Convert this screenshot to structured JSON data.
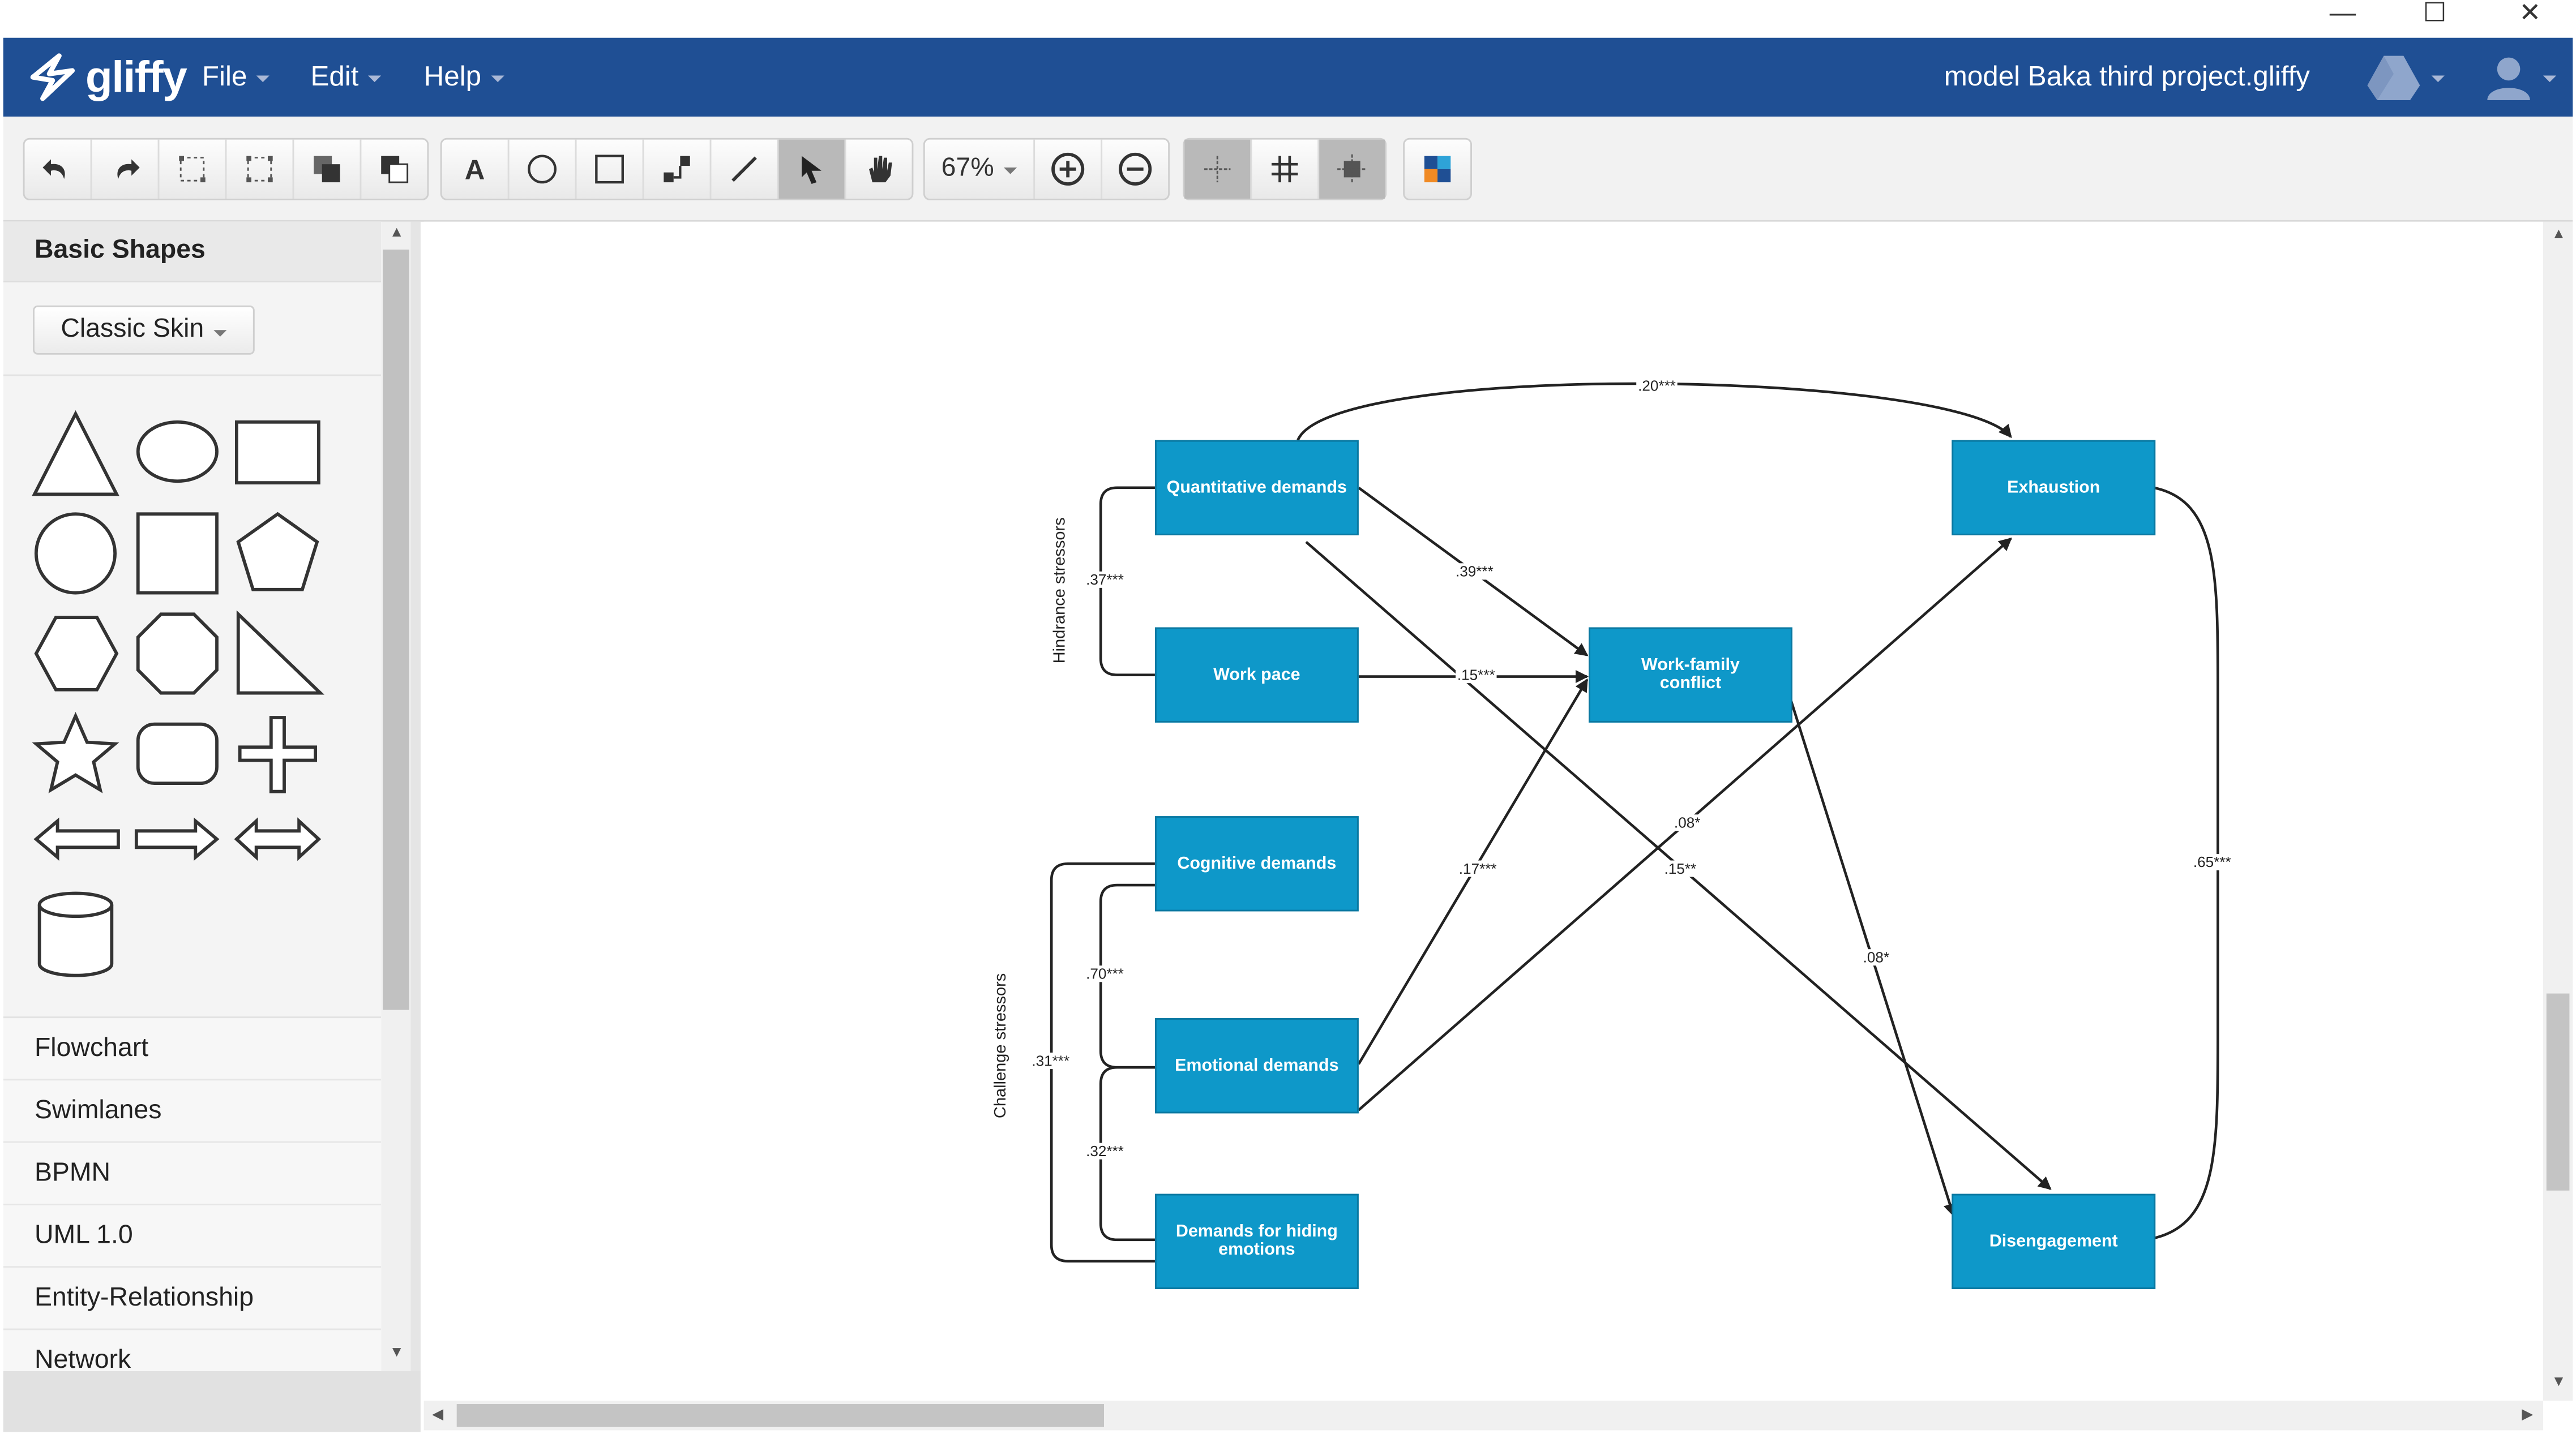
{
  "app": {
    "logo_text": "gliffy",
    "document_title": "model Baka third project.gliffy",
    "menu": [
      "File",
      "Edit",
      "Help"
    ]
  },
  "window_controls": {
    "minimize": "—",
    "maximize": "☐",
    "close": "✕"
  },
  "toolbar": {
    "zoom": "67%",
    "icons": [
      "undo-icon",
      "redo-icon",
      "group-icon",
      "ungroup-icon",
      "bring-front-icon",
      "send-back-icon",
      "text-tool-icon",
      "ellipse-tool-icon",
      "rectangle-tool-icon",
      "connector-tool-icon",
      "line-tool-icon",
      "pointer-tool-icon",
      "pan-tool-icon",
      "zoom-in-icon",
      "zoom-out-icon",
      "guides-icon",
      "grid-icon",
      "snap-icon",
      "theme-icon"
    ]
  },
  "left_panel": {
    "header": "Basic Shapes",
    "skin": "Classic Skin",
    "libraries": [
      "Flowchart",
      "Swimlanes",
      "BPMN",
      "UML 1.0",
      "Entity-Relationship",
      "Network"
    ]
  },
  "diagram": {
    "nodes": {
      "quantitative": "Quantitative demands",
      "work_pace": "Work pace",
      "cognitive": "Cognitive demands",
      "emotional": "Emotional demands",
      "hiding": "Demands for hiding emotions",
      "wfc": "Work-family conflict",
      "exhaustion": "Exhaustion",
      "disengagement": "Disengagement"
    },
    "group_labels": {
      "hindrance": "Hindrance stressors",
      "challenge": "Challenge stressors"
    },
    "coefficients": {
      "qd_exh": ".20***",
      "qd_wp": ".37***",
      "qd_wfc": ".39***",
      "wp_wfc": ".15***",
      "emo_exh": ".08*",
      "qd_dis": ".15**",
      "emo_wfc": ".17***",
      "wfc_dis": ".08*",
      "exh_dis": ".65***",
      "cog_emo": ".70***",
      "cog_hid": ".31***",
      "emo_hid": ".32***"
    }
  }
}
